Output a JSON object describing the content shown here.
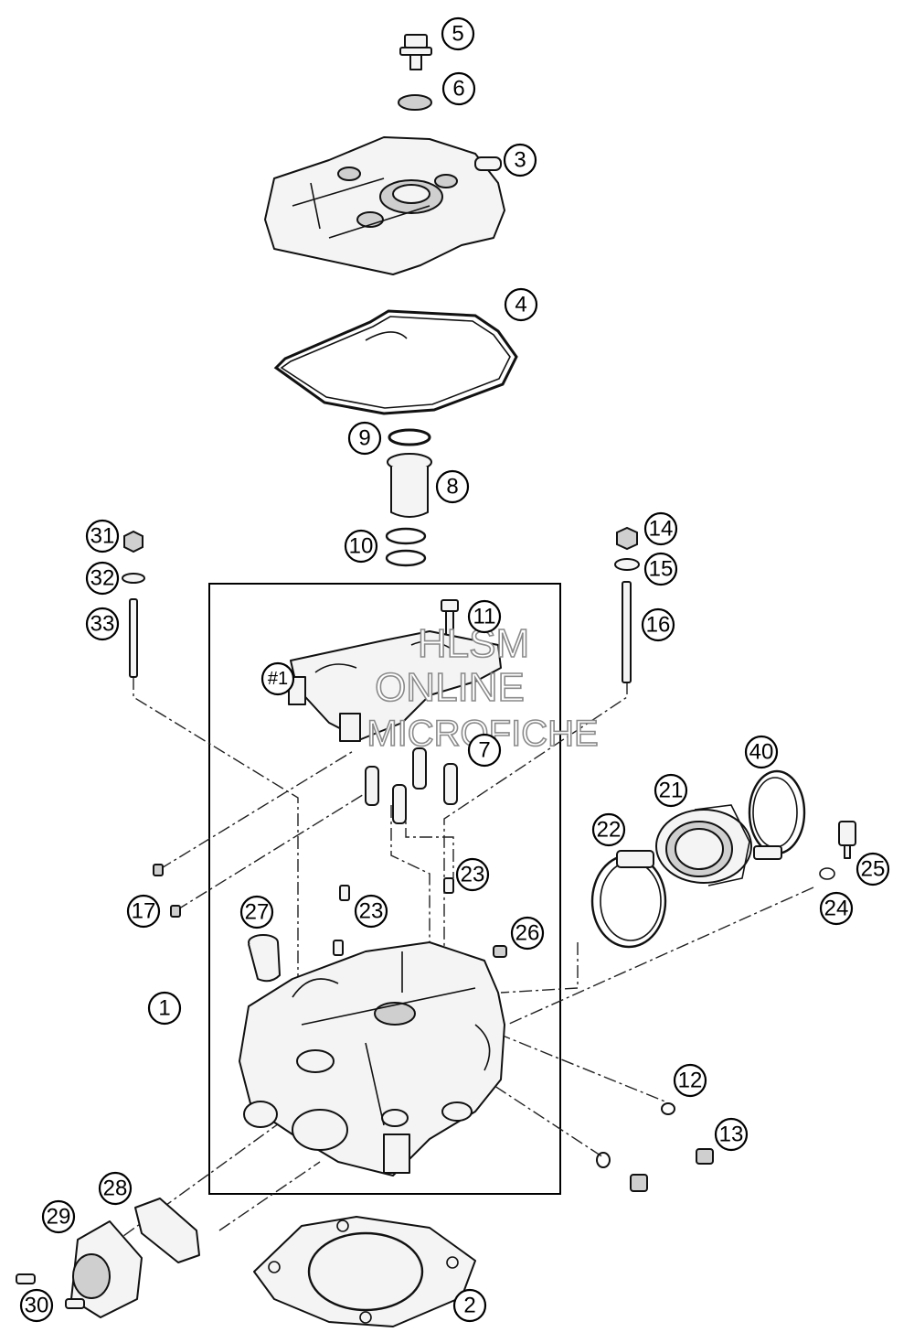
{
  "callouts": [
    {
      "label": "5"
    },
    {
      "label": "6"
    },
    {
      "label": "3"
    },
    {
      "label": "4"
    },
    {
      "label": "9"
    },
    {
      "label": "8"
    },
    {
      "label": "10"
    },
    {
      "label": "31"
    },
    {
      "label": "32"
    },
    {
      "label": "33"
    },
    {
      "label": "14"
    },
    {
      "label": "15"
    },
    {
      "label": "16"
    },
    {
      "label": "11"
    },
    {
      "label": "#1"
    },
    {
      "label": "7"
    },
    {
      "label": "40"
    },
    {
      "label": "21"
    },
    {
      "label": "22"
    },
    {
      "label": "23"
    },
    {
      "label": "23"
    },
    {
      "label": "25"
    },
    {
      "label": "24"
    },
    {
      "label": "17"
    },
    {
      "label": "27"
    },
    {
      "label": "26"
    },
    {
      "label": "1"
    },
    {
      "label": "12"
    },
    {
      "label": "13"
    },
    {
      "label": "28"
    },
    {
      "label": "29"
    },
    {
      "label": "30"
    },
    {
      "label": "2"
    }
  ],
  "watermark": {
    "line1": "HLSM",
    "line2": "ONLINE",
    "line3": "MICROFICHE"
  }
}
